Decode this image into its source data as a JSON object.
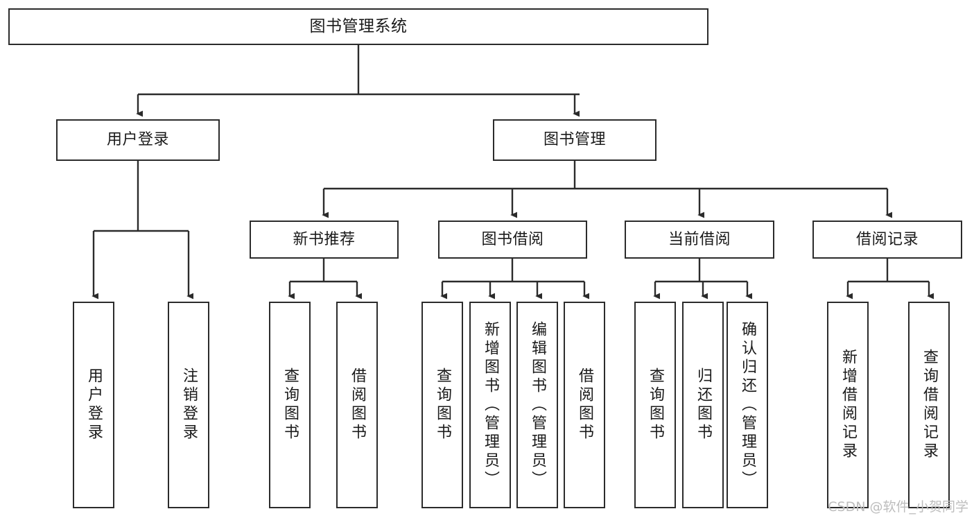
{
  "diagram": {
    "title": "图书管理系统",
    "type": "tree-hierarchy-chart",
    "orientation": "top-down",
    "edge_color": "#2b2b2b",
    "box_border_color": "#2b2b2b",
    "box_fill_color": "#ffffff",
    "background_color": "#ffffff",
    "text_color": "#1a1a1a"
  },
  "watermark": {
    "text": "CSDN @软件_小贺同学",
    "color": "#bdbdbd"
  },
  "nodes": {
    "root": {
      "label": "图书管理系统"
    },
    "level2": [
      {
        "label": "用户登录"
      },
      {
        "label": "图书管理"
      }
    ],
    "level3": [
      {
        "label": "新书推荐"
      },
      {
        "label": "图书借阅"
      },
      {
        "label": "当前借阅"
      },
      {
        "label": "借阅记录"
      }
    ],
    "leaves": {
      "user_login": [
        {
          "label": "用户登录"
        },
        {
          "label": "注销登录"
        }
      ],
      "new_book_recommend": [
        {
          "label": "查询图书"
        },
        {
          "label": "借阅图书"
        }
      ],
      "book_borrow": [
        {
          "label": "查询图书"
        },
        {
          "label": "新增图书（管理员）"
        },
        {
          "label": "编辑图书（管理员）"
        },
        {
          "label": "借阅图书"
        }
      ],
      "current_borrow": [
        {
          "label": "查询图书"
        },
        {
          "label": "归还图书"
        },
        {
          "label": "确认归还（管理员）"
        }
      ],
      "borrow_record": [
        {
          "label": "新增借阅记录"
        },
        {
          "label": "查询借阅记录"
        }
      ]
    }
  }
}
